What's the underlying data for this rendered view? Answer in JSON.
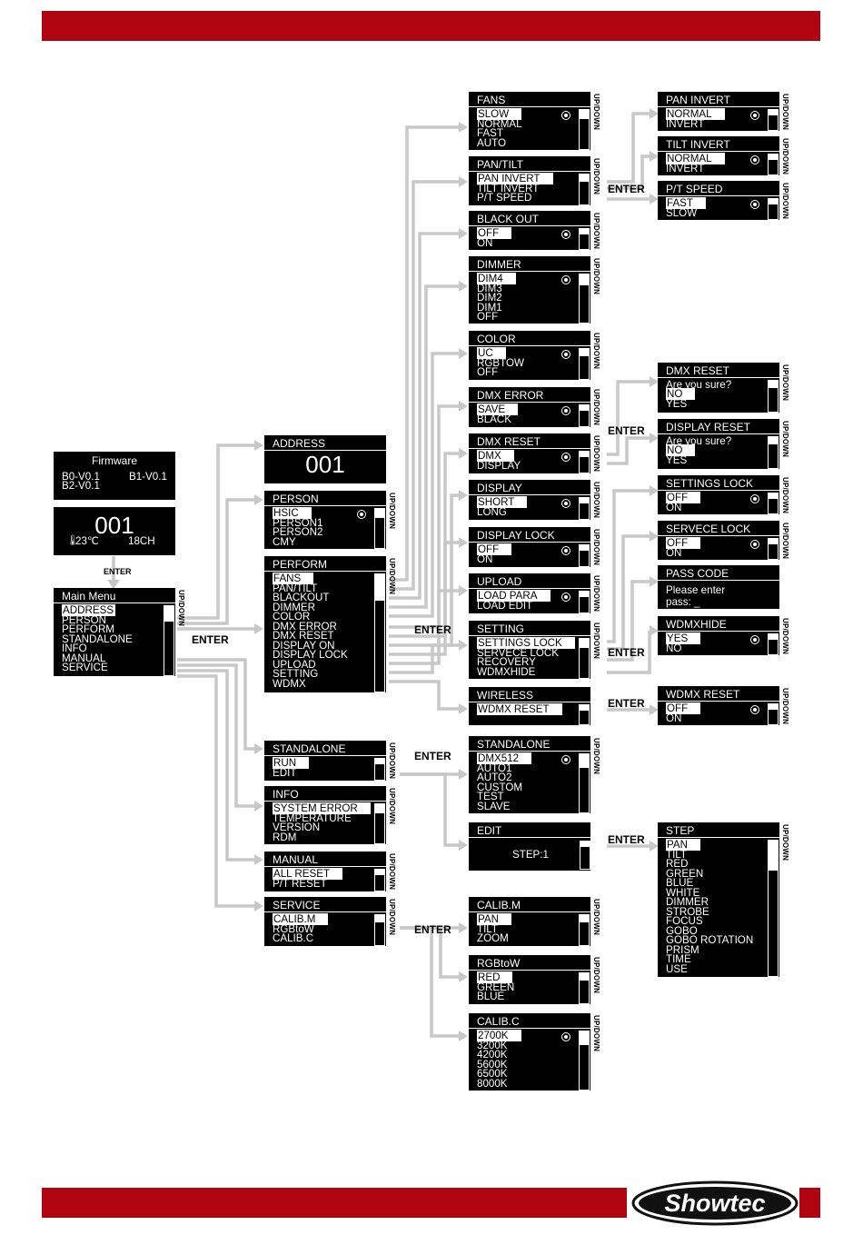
{
  "logo_text": "Showtec",
  "labels": {
    "enter": "ENTER",
    "updown": "UP/DOWN"
  },
  "firmware": {
    "title": "Firmware",
    "b0": "B0-V0.1",
    "b1": "B1-V0.1",
    "b2": "B2-V0.1"
  },
  "status": {
    "address": "001",
    "temp": "23℃",
    "channels": "18CH"
  },
  "main_menu": {
    "title": "Main Menu",
    "items": [
      "ADDRESS",
      "PERSON",
      "PERFORM",
      "STANDALONE",
      "INFO",
      "MANUAL",
      "SERVICE"
    ]
  },
  "address": {
    "title": "ADDRESS",
    "value": "001"
  },
  "person": {
    "title": "PERSON",
    "items": [
      "HSIC",
      "PERSON1",
      "PERSON2",
      "CMY"
    ]
  },
  "perform": {
    "title": "PERFORM",
    "items": [
      "FANS",
      "PAN/TILT",
      "BLACKOUT",
      "DIMMER",
      "COLOR",
      "DMX ERROR",
      "DMX RESET",
      "DISPLAY ON",
      "DISPLAY LOCK",
      "UPLOAD",
      "SETTING",
      "WDMX"
    ]
  },
  "standalone_menu": {
    "title": "STANDALONE",
    "items": [
      "RUN",
      "EDIT"
    ]
  },
  "info": {
    "title": "INFO",
    "items": [
      "SYSTEM ERROR",
      "TEMPERATURE",
      "VERSION",
      "RDM"
    ]
  },
  "manual": {
    "title": "MANUAL",
    "items": [
      "ALL RESET",
      "P/T RESET"
    ]
  },
  "service": {
    "title": "SERVICE",
    "items": [
      "CALIB.M",
      "RGBtoW",
      "CALIB.C"
    ]
  },
  "fans": {
    "title": "FANS",
    "items": [
      "SLOW",
      "NORMAL",
      "FAST",
      "AUTO"
    ]
  },
  "pantilt": {
    "title": "PAN/TILT",
    "items": [
      "PAN INVERT",
      "TILT INVERT",
      "P/T SPEED"
    ]
  },
  "blackout": {
    "title": "BLACK OUT",
    "items": [
      "OFF",
      "ON"
    ]
  },
  "dimmer": {
    "title": "DIMMER",
    "items": [
      "DIM4",
      "DIM3",
      "DIM2",
      "DIM1",
      "OFF"
    ]
  },
  "color": {
    "title": "COLOR",
    "items": [
      "UC",
      "RGBTOW",
      "OFF"
    ]
  },
  "dmxerror": {
    "title": "DMX ERROR",
    "items": [
      "SAVE",
      "BLACK"
    ]
  },
  "dmxreset": {
    "title": "DMX RESET",
    "items": [
      "DMX",
      "DISPLAY"
    ]
  },
  "display": {
    "title": "DISPLAY",
    "items": [
      "SHORT",
      "LONG"
    ]
  },
  "displaylock": {
    "title": "DISPLAY LOCK",
    "items": [
      "OFF",
      "ON"
    ]
  },
  "upload": {
    "title": "UPLOAD",
    "items": [
      "LOAD PARA",
      "LOAD EDIT"
    ]
  },
  "setting": {
    "title": "SETTING",
    "items": [
      "SETTINGS LOCK",
      "SERVECE LOCK",
      "RECOVERY",
      "WDMXHIDE"
    ]
  },
  "wireless": {
    "title": "WIRELESS",
    "items": [
      "WDMX RESET"
    ]
  },
  "standalone_sub": {
    "title": "STANDALONE",
    "items": [
      "DMX512",
      "AUTO1",
      "AUTO2",
      "CUSTOM",
      "TEST",
      "SLAVE"
    ]
  },
  "edit": {
    "title": "EDIT",
    "value": "STEP:1"
  },
  "calibm": {
    "title": "CALIB.M",
    "items": [
      "PAN",
      "TILT",
      "ZOOM"
    ]
  },
  "rgbtow": {
    "title": "RGBtoW",
    "items": [
      "RED",
      "GREEN",
      "BLUE"
    ]
  },
  "calibc": {
    "title": "CALIB.C",
    "items": [
      "2700K",
      "3200K",
      "4200K",
      "5600K",
      "6500K",
      "8000K"
    ]
  },
  "paninvert": {
    "title": "PAN INVERT",
    "items": [
      "NORMAL",
      "INVERT"
    ]
  },
  "tiltinvert": {
    "title": "TILT INVERT",
    "items": [
      "NORMAL",
      "INVERT"
    ]
  },
  "ptspeed": {
    "title": "P/T SPEED",
    "items": [
      "FAST",
      "SLOW"
    ]
  },
  "dmxreset_confirm": {
    "title": "DMX RESET",
    "question": "Are you sure?",
    "items": [
      "NO",
      "YES"
    ]
  },
  "displayreset_confirm": {
    "title": "DISPLAY RESET",
    "question": "Are you sure?",
    "items": [
      "NO",
      "YES"
    ]
  },
  "settingslock": {
    "title": "SETTINGS LOCK",
    "items": [
      "OFF",
      "ON"
    ]
  },
  "servecelock": {
    "title": "SERVECE LOCK",
    "items": [
      "OFF",
      "ON"
    ]
  },
  "passcode": {
    "title": "PASS CODE",
    "line1": "Please enter",
    "line2": "pass: _"
  },
  "wdmxhide": {
    "title": "WDMXHIDE",
    "items": [
      "YES",
      "NO"
    ]
  },
  "wdmxreset": {
    "title": "WDMX RESET",
    "items": [
      "OFF",
      "ON"
    ]
  },
  "step": {
    "title": "STEP",
    "items": [
      "PAN",
      "TILT",
      "RED",
      "GREEN",
      "BLUE",
      "WHITE",
      "DIMMER",
      "STROBE",
      "FOCUS",
      "GOBO",
      "GOBO ROTATION",
      "PRISM",
      "TIME",
      "USE"
    ]
  }
}
